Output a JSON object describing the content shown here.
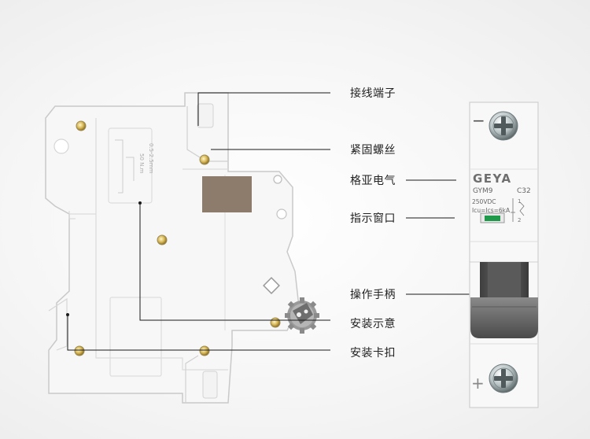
{
  "labels": {
    "terminal": "接线端子",
    "screw": "紧固螺丝",
    "brand_note": "格亚电气",
    "window": "指示窗口",
    "handle": "操作手柄",
    "install_diagram": "安装示意",
    "din_clip": "安装卡扣"
  },
  "side_view": {
    "print_line1": "0.5-2.5mm",
    "print_line2": "50 N.m"
  },
  "front_view": {
    "brand": "GEYA",
    "model": "GYM9",
    "rating": "C32",
    "voltage": "250VDC",
    "breaking": "Icu=Ics=6kA",
    "minus": "−",
    "plus": "+",
    "diagram_top": "1",
    "diagram_bottom": "2"
  },
  "colors": {
    "body": "#f7f7f7",
    "outline": "#c9c9c9",
    "window_brown": "#8d7c6c",
    "handle_dark": "#4f4f4f",
    "indicator_green": "#1f9a4a",
    "brand_gray": "#6f6f6f"
  }
}
